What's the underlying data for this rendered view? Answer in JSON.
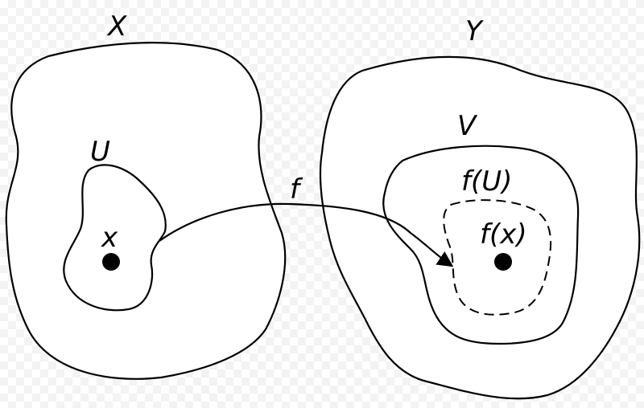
{
  "labels": {
    "set_x": "X",
    "set_y": "Y",
    "set_u": "U",
    "set_v": "V",
    "point_x": "x",
    "map_f": "f",
    "image_u": "f(U)",
    "image_x": "f(x)"
  },
  "colors": {
    "stroke": "#000000",
    "fill": "#ffffff"
  }
}
